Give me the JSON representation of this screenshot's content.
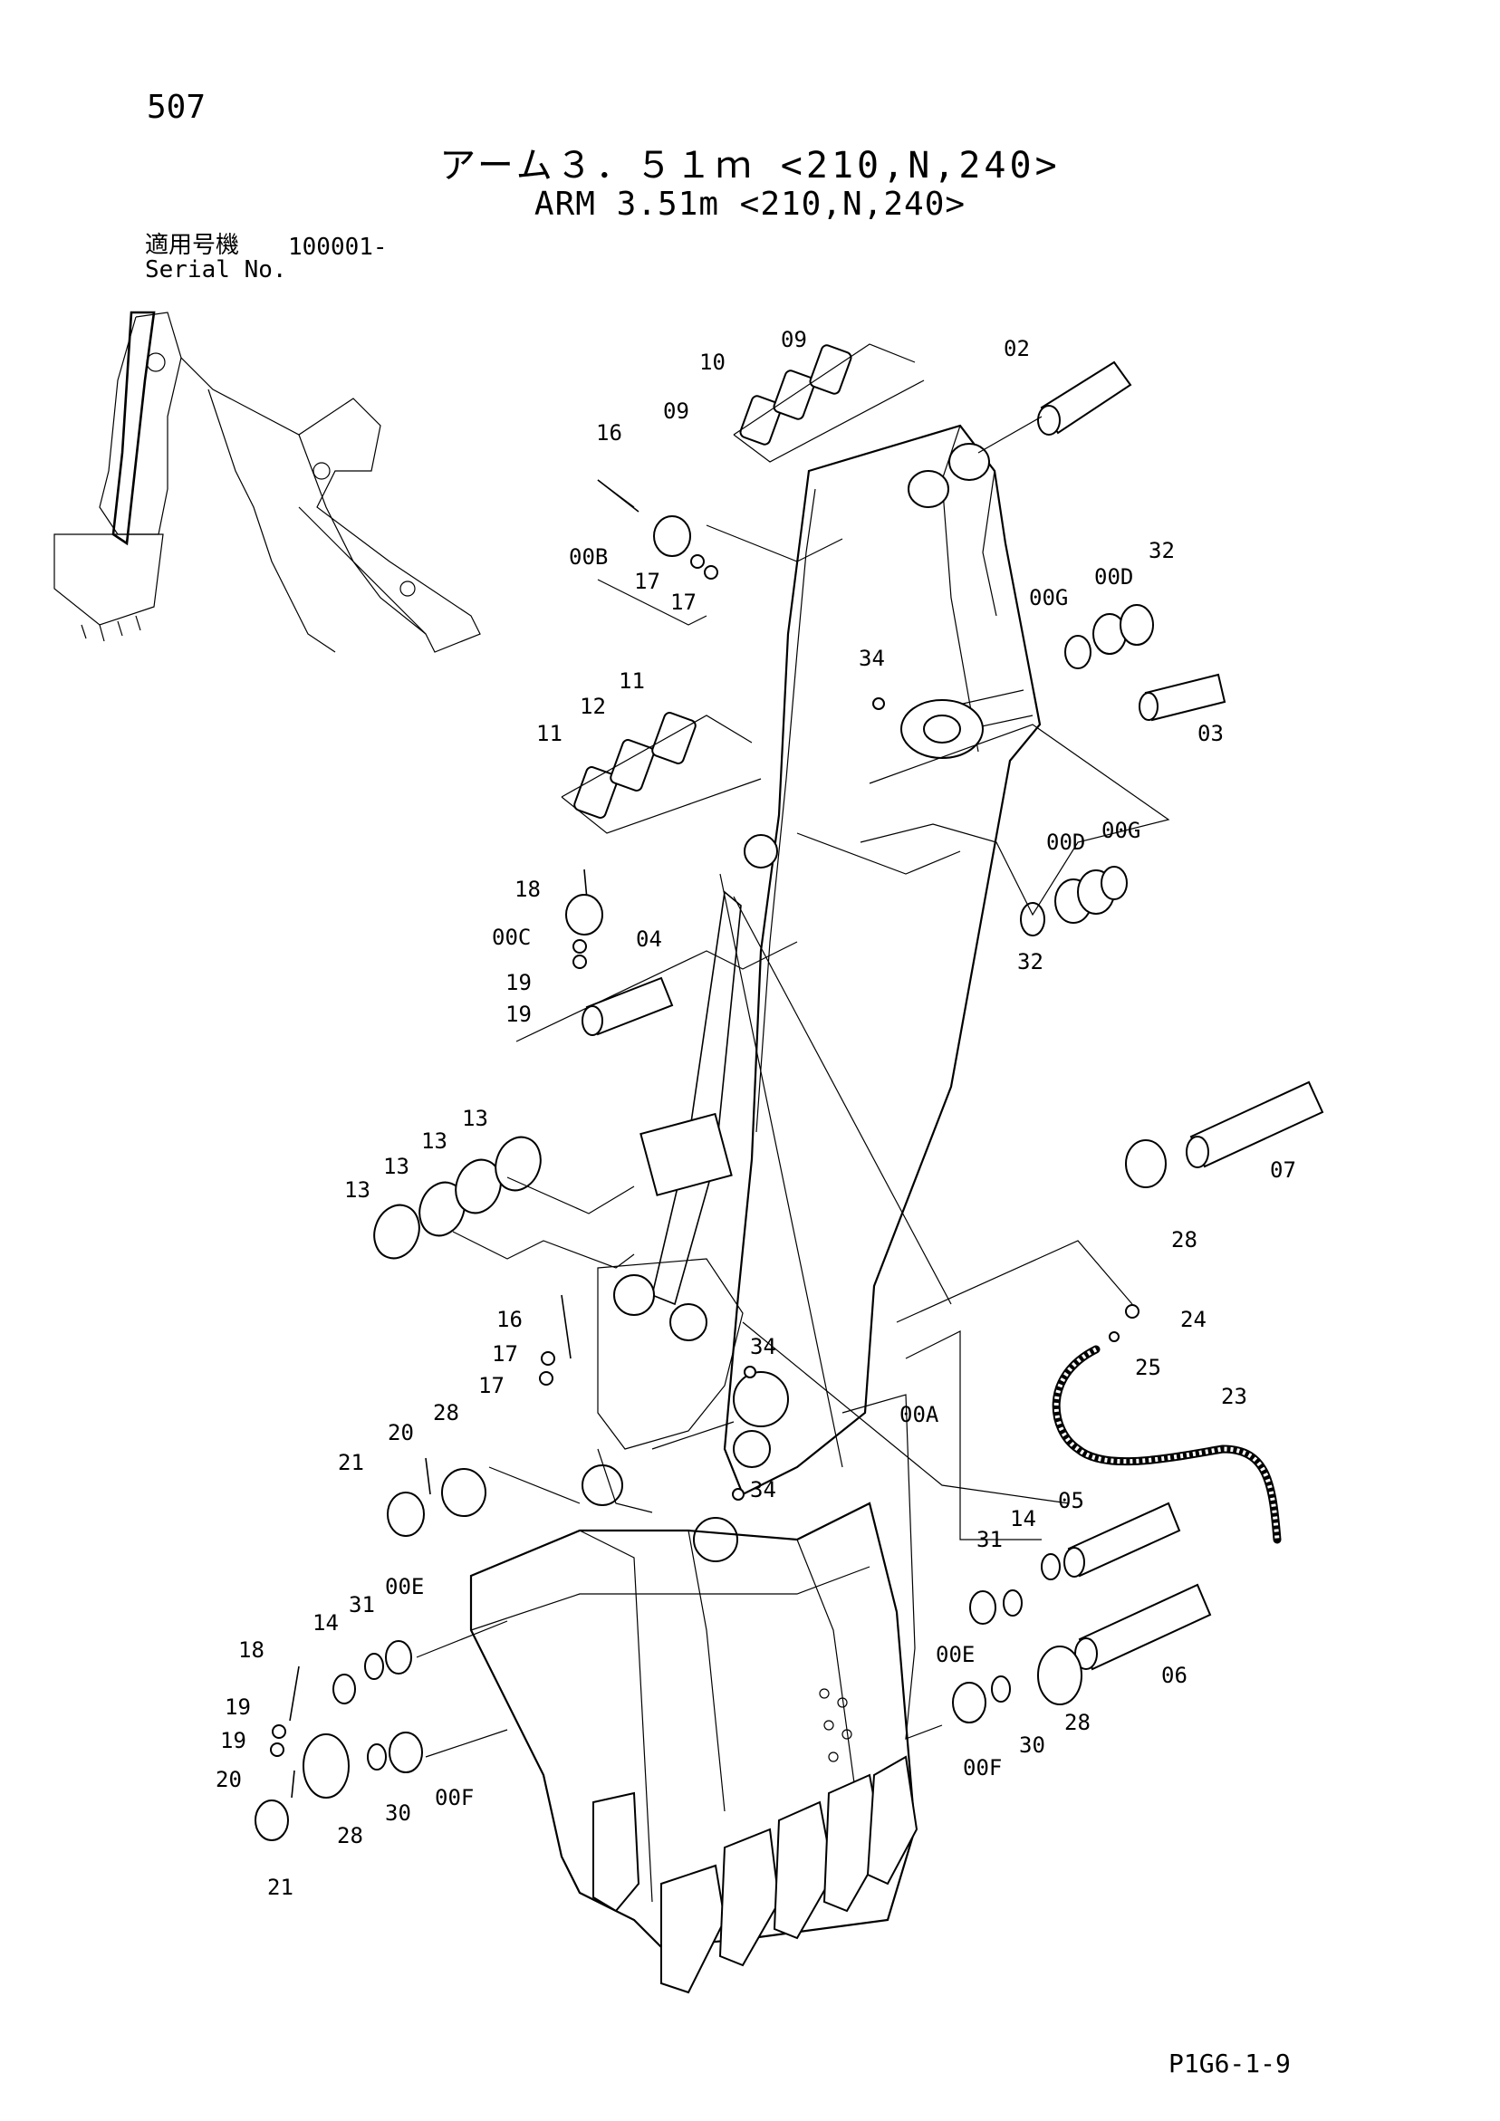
{
  "page": {
    "number": "507",
    "title_jp": "アーム３．５１ｍ <210,N,240>",
    "title_en": "ARM 3.51m <210,N,240>",
    "serial_label_jp": "適用号機",
    "serial_label_en": "Serial No.",
    "serial_value": "100001-",
    "footer_code": "P1G6-1-9"
  },
  "callouts": [
    {
      "id": "c09a",
      "label": "09"
    },
    {
      "id": "c10",
      "label": "10"
    },
    {
      "id": "c09b",
      "label": "09"
    },
    {
      "id": "c02",
      "label": "02"
    },
    {
      "id": "c16a",
      "label": "16"
    },
    {
      "id": "c00B",
      "label": "00B"
    },
    {
      "id": "c17a",
      "label": "17"
    },
    {
      "id": "c17b",
      "label": "17"
    },
    {
      "id": "c32a",
      "label": "32"
    },
    {
      "id": "c00G_a",
      "label": "00G"
    },
    {
      "id": "c00D_a",
      "label": "00D"
    },
    {
      "id": "c34a",
      "label": "34"
    },
    {
      "id": "c03",
      "label": "03"
    },
    {
      "id": "c11a",
      "label": "11"
    },
    {
      "id": "c12",
      "label": "12"
    },
    {
      "id": "c11b",
      "label": "11"
    },
    {
      "id": "c00D_b",
      "label": "00D"
    },
    {
      "id": "c00G_b",
      "label": "00G"
    },
    {
      "id": "c18a",
      "label": "18"
    },
    {
      "id": "c00C",
      "label": "00C"
    },
    {
      "id": "c19a",
      "label": "19"
    },
    {
      "id": "c19b",
      "label": "19"
    },
    {
      "id": "c04",
      "label": "04"
    },
    {
      "id": "c32b",
      "label": "32"
    },
    {
      "id": "c13a",
      "label": "13"
    },
    {
      "id": "c13b",
      "label": "13"
    },
    {
      "id": "c13c",
      "label": "13"
    },
    {
      "id": "c13d",
      "label": "13"
    },
    {
      "id": "c07",
      "label": "07"
    },
    {
      "id": "c28a",
      "label": "28"
    },
    {
      "id": "c16b",
      "label": "16"
    },
    {
      "id": "c17c",
      "label": "17"
    },
    {
      "id": "c17d",
      "label": "17"
    },
    {
      "id": "c34b",
      "label": "34"
    },
    {
      "id": "c24",
      "label": "24"
    },
    {
      "id": "c25",
      "label": "25"
    },
    {
      "id": "c00A",
      "label": "00A"
    },
    {
      "id": "c23",
      "label": "23"
    },
    {
      "id": "c20a",
      "label": "20"
    },
    {
      "id": "c28b",
      "label": "28"
    },
    {
      "id": "c21a",
      "label": "21"
    },
    {
      "id": "c34c",
      "label": "34"
    },
    {
      "id": "c05",
      "label": "05"
    },
    {
      "id": "c14a",
      "label": "14"
    },
    {
      "id": "c31a",
      "label": "31"
    },
    {
      "id": "c00E_a",
      "label": "00E"
    },
    {
      "id": "c31b",
      "label": "31"
    },
    {
      "id": "c14b",
      "label": "14"
    },
    {
      "id": "c18b",
      "label": "18"
    },
    {
      "id": "c00E_b",
      "label": "00E"
    },
    {
      "id": "c06",
      "label": "06"
    },
    {
      "id": "c28c",
      "label": "28"
    },
    {
      "id": "c19c",
      "label": "19"
    },
    {
      "id": "c19d",
      "label": "19"
    },
    {
      "id": "c30a",
      "label": "30"
    },
    {
      "id": "c00F_a",
      "label": "00F"
    },
    {
      "id": "c00F_b",
      "label": "00F"
    },
    {
      "id": "c30b",
      "label": "30"
    },
    {
      "id": "c20b",
      "label": "20"
    },
    {
      "id": "c28d",
      "label": "28"
    },
    {
      "id": "c21b",
      "label": "21"
    }
  ]
}
